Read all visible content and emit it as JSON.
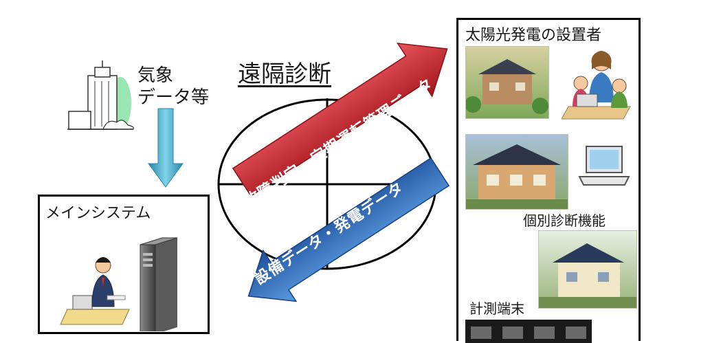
{
  "title": "遠隔診断",
  "weather": {
    "line1": "気象",
    "line2": "データ等"
  },
  "main_system": {
    "label": "メインシステム"
  },
  "arrows": {
    "upper": "故障判定・定期運転管理データ",
    "lower": "設備データ・発電データ"
  },
  "installer_panel": {
    "title": "太陽光発電の設置者",
    "individual_diagnosis": "個別診断機能",
    "measurement_terminal": "計測端末"
  },
  "colors": {
    "upper_arrow": "#c8202a",
    "lower_arrow": "#2f6fc4",
    "down_arrow": "#3fa9c9"
  },
  "icons": [
    "building-icon",
    "operator-person-icon",
    "server-tower-icon",
    "family-laptop-icon",
    "laptop-icon",
    "house-photo"
  ]
}
